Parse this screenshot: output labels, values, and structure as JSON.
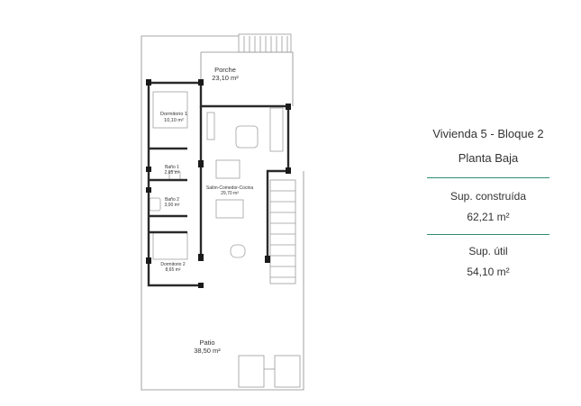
{
  "info": {
    "title": "Vivienda 5 - Bloque 2",
    "floor": "Planta Baja",
    "built_label": "Sup. construída",
    "built_value": "62,21 m²",
    "useful_label": "Sup. útil",
    "useful_value": "54,10 m²",
    "rule_color": "#2e8b74"
  },
  "rooms": {
    "porche": {
      "name": "Porche",
      "area": "23,10 m²"
    },
    "dormitorio1": {
      "name": "Dormitorio 1",
      "area": "10,10 m²"
    },
    "bano1": {
      "name": "Baño 1",
      "area": "2,65 m²"
    },
    "bano2": {
      "name": "Baño 2",
      "area": "3,00 m²"
    },
    "salon": {
      "name": "Salón-Comedor-Cocina",
      "area": "29,70 m²"
    },
    "dormitorio2": {
      "name": "Dormitorio 2",
      "area": "8,65 m²"
    },
    "patio": {
      "name": "Patio",
      "area": "38,50 m²"
    }
  }
}
